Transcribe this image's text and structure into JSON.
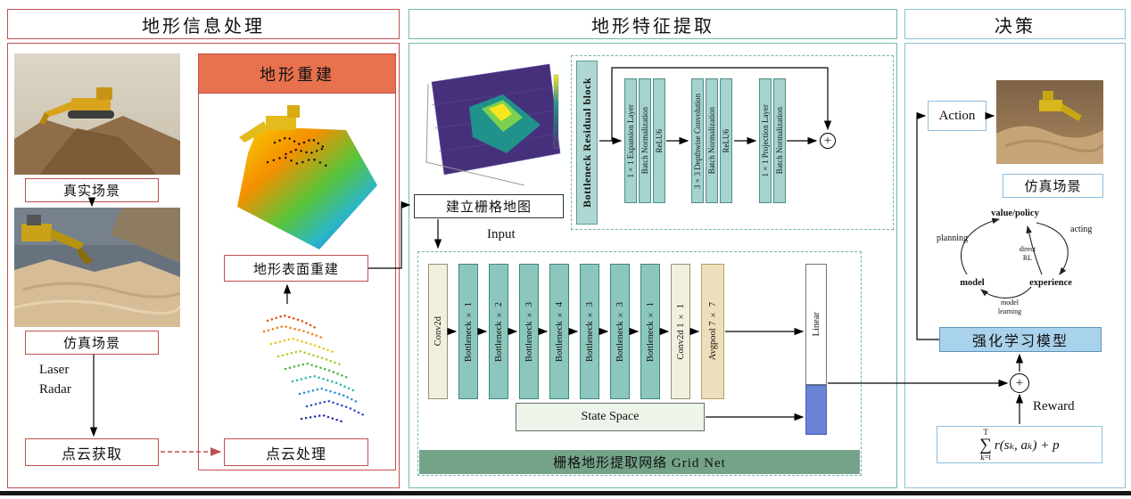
{
  "colors": {
    "left_accent": "#C0504D",
    "recon_header_fill": "#E8714E",
    "middle_accent": "#74B6AE",
    "residual_bar_fill": "#A5D3CE",
    "bottleneck_bar_fill": "#8CC7BE",
    "conv_bar_fill": "#F2EFDE",
    "avgpool_bar_fill": "#EDDFBB",
    "gridnet_footer_fill": "#74A389",
    "state_space_fill": "#EDF4EA",
    "output_block_fill": "#6B83D6",
    "right_accent": "#8FBEDC",
    "rl_model_fill": "#A9D2EC"
  },
  "icons": {
    "plus": "+"
  },
  "panels": {
    "left": {
      "title": "地形信息处理",
      "real_scene_label": "真实场景",
      "sim_scene_label": "仿真场景",
      "laser_line1": "Laser",
      "laser_line2": "Radar",
      "point_cloud_acquisition_label": "点云获取",
      "recon": {
        "title": "地形重建",
        "surface_recon_label": "地形表面重建",
        "point_cloud_processing_label": "点云处理"
      }
    },
    "middle": {
      "title": "地形特征提取",
      "grid_map_label": "建立栅格地图",
      "input_label": "Input",
      "residual": {
        "side_label": "Bottleneck Residual block",
        "groups": [
          [
            "1×1 Expansion Layer",
            "Batch Normalization",
            "ReLU6"
          ],
          [
            "3×3 Depthwise Convolution",
            "Batch Normalization",
            "ReLU6"
          ],
          [
            "1×1 Projection Layer",
            "Batch Normalization"
          ]
        ]
      },
      "gridnet": {
        "bars": [
          "Conv2d",
          "Bottleneck × 1",
          "Bottleneck × 2",
          "Bottleneck × 3",
          "Bottleneck × 4",
          "Bottleneck × 3",
          "Bottleneck × 3",
          "Bottleneck × 1",
          "Conv2d 1 × 1",
          "Avgpool 7 × 7",
          "Linear"
        ],
        "state_space_label": "State Space",
        "footer": "栅格地形提取网络 Grid Net"
      }
    },
    "right": {
      "title": "决策",
      "action_label": "Action",
      "sim_scene_label": "仿真场景",
      "cycle": {
        "value_policy": "value/policy",
        "acting": "acting",
        "direct_line1": "direct",
        "direct_line2": "RL",
        "experience": "experience",
        "model": "model",
        "planning": "planning",
        "learning_line1": "model",
        "learning_line2": "learning"
      },
      "rl_model_label": "强化学习模型",
      "reward_label": "Reward",
      "formula": {
        "sigma": "∑",
        "sup": "T",
        "sub": "k=t",
        "expr": "r(sₖ, aₖ) + p"
      }
    }
  }
}
